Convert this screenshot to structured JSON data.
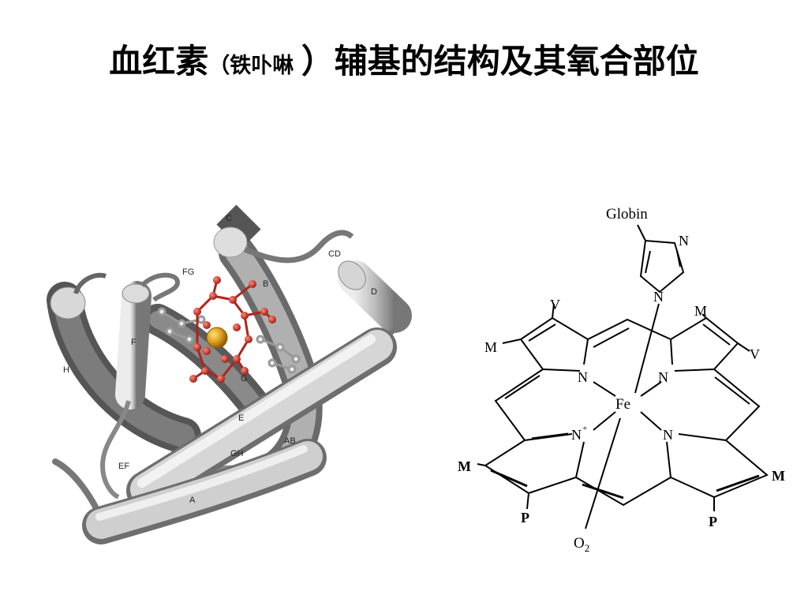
{
  "title": {
    "part1": "血红素",
    "paren_open": "（",
    "inner": "铁卟啉 ",
    "paren_close": "）",
    "part2": "辅基的结构及其氧合部位"
  },
  "protein_labels": {
    "C": "C",
    "CD": "CD",
    "FG": "FG",
    "B": "B",
    "D": "D",
    "F": "F",
    "H": "H",
    "G": "G",
    "E": "E",
    "GH": "GH",
    "AB": "AB",
    "EF": "EF",
    "A": "A"
  },
  "heme_labels": {
    "globin": "Globin",
    "imidazole_n": "N",
    "imidazole_n_bottom": "N",
    "v_top_left": "V",
    "m_top_right": "M",
    "m_left": "M",
    "v_right": "V",
    "n_upper_left": "N",
    "n_upper_right": "N",
    "fe": "Fe",
    "n_lower_left": "N",
    "n_lower_left_charge": "+",
    "n_lower_right": "N",
    "m_bottom_left": "M",
    "m_bottom_right": "M",
    "p_left": "P",
    "p_right": "P",
    "o2": "O",
    "o2_sub": "2"
  },
  "colors": {
    "heme_red": "#c0281c",
    "iron_gold": "#d4900e",
    "helix_gray": "#b8b8b8"
  }
}
